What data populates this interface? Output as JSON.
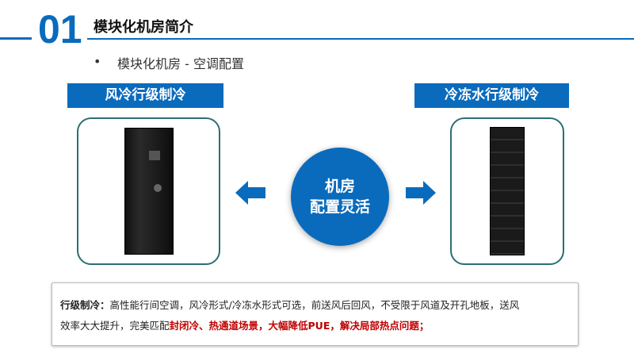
{
  "header": {
    "number": "01",
    "title": "模块化机房简介"
  },
  "bullet": {
    "marker": "•",
    "text": "模块化机房 - 空调配置"
  },
  "left": {
    "label": "风冷行级制冷"
  },
  "right": {
    "label": "冷冻水行级制冷"
  },
  "center": {
    "line1": "机房",
    "line2": "配置灵活"
  },
  "description": {
    "lead": "行级制冷：",
    "text1": "高性能行间空调，风冷形式/冷冻水形式可选，前送风后回风，不受限于风道及开孔地板，送风",
    "text2": "效率大大提升，完美匹配",
    "highlight": "封闭冷、热通道场景，大幅降低PUE，解决局部热点问题；"
  },
  "colors": {
    "accent": "#0a6bbd",
    "highlight": "#c00000"
  }
}
